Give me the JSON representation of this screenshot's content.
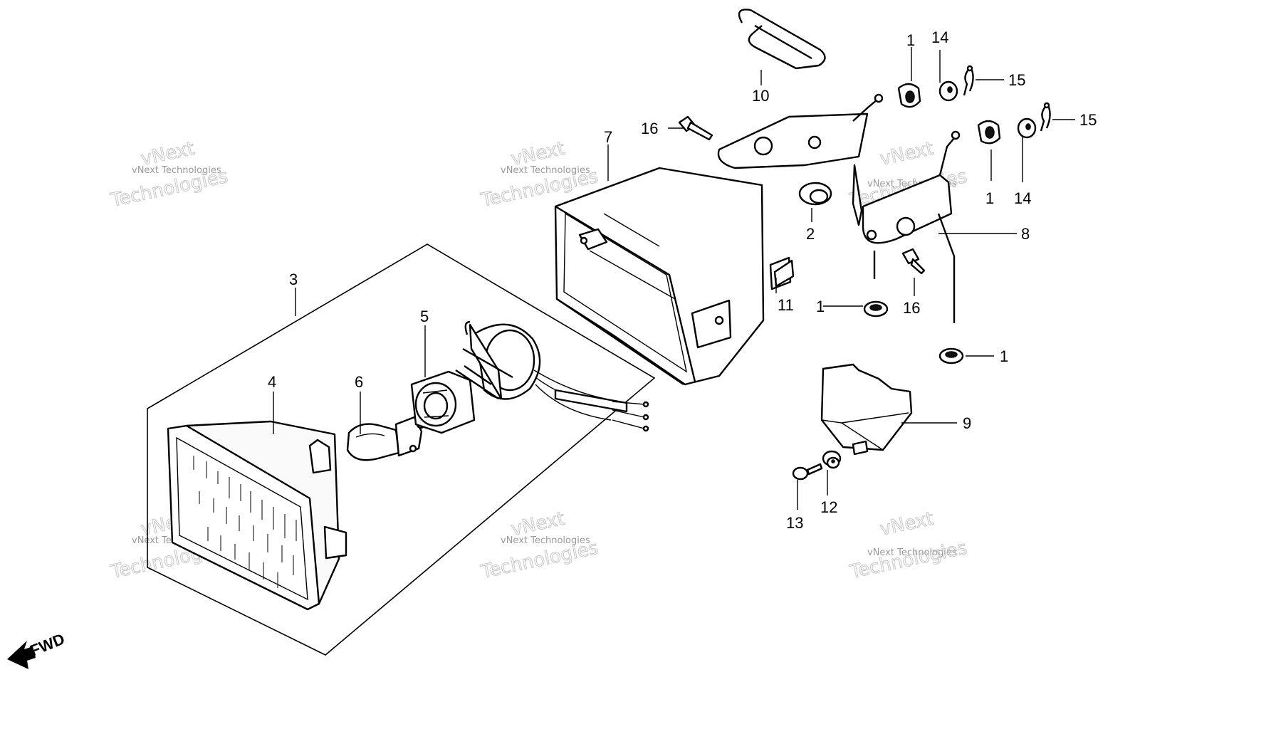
{
  "callouts": {
    "c1a": "1",
    "c1b": "1",
    "c1c": "1",
    "c1d": "1",
    "c2": "2",
    "c3": "3",
    "c4": "4",
    "c5": "5",
    "c6": "6",
    "c7": "7",
    "c8": "8",
    "c9": "9",
    "c10": "10",
    "c11": "11",
    "c12": "12",
    "c13": "13",
    "c14a": "14",
    "c14b": "14",
    "c15a": "15",
    "c15b": "15",
    "c16a": "16",
    "c16b": "16"
  },
  "watermark": {
    "line1": "vNext Technologies",
    "line2": "vNext",
    "line3": "Technologies"
  },
  "direction_label": "FWD"
}
